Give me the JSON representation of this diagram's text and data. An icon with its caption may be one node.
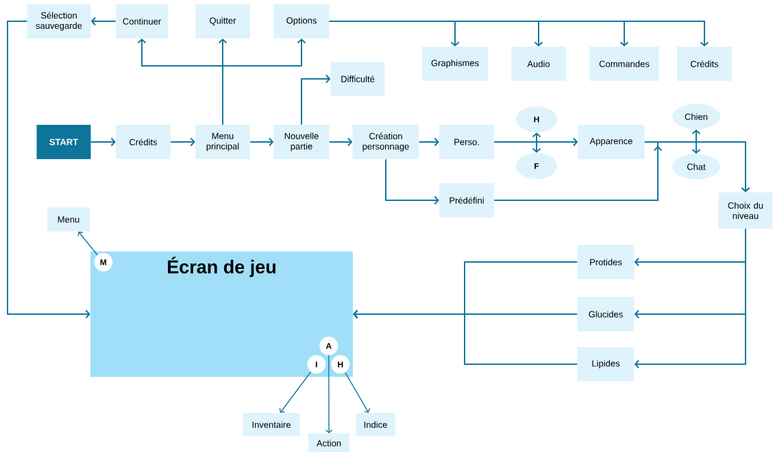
{
  "diagram": {
    "nodes": [
      {
        "text": [
          "Sélection sauvegarde"
        ]
      },
      {
        "text": [
          "Continuer"
        ]
      },
      {
        "text": [
          "Quitter"
        ]
      },
      {
        "text": [
          "Options"
        ]
      },
      {
        "text": [
          "Graphismes"
        ]
      },
      {
        "text": [
          "Audio"
        ]
      },
      {
        "text": [
          "Commandes"
        ]
      },
      {
        "text": [
          "Crédits"
        ]
      },
      {
        "text": [
          "Difficulté"
        ]
      },
      {
        "text": [
          "START"
        ]
      },
      {
        "text": [
          "Crédits"
        ]
      },
      {
        "text": [
          "Menu principal"
        ]
      },
      {
        "text": [
          "Nouvelle partie"
        ]
      },
      {
        "text": [
          "Création personnage"
        ]
      },
      {
        "text": [
          "Perso."
        ]
      },
      {
        "text": [
          "H"
        ]
      },
      {
        "text": [
          "F"
        ]
      },
      {
        "text": [
          "Apparence"
        ]
      },
      {
        "text": [
          "Chien"
        ]
      },
      {
        "text": [
          "Chat"
        ]
      },
      {
        "text": [
          "Prédéfini"
        ]
      },
      {
        "text": [
          "Choix du niveau"
        ]
      },
      {
        "text": [
          "Menu"
        ]
      },
      {
        "text": [
          "Écran de jeu"
        ]
      },
      {
        "text": [
          "M"
        ],
        "in": 23
      },
      {
        "text": [
          "A"
        ],
        "in": 23
      },
      {
        "text": [
          "I"
        ],
        "in": 23
      },
      {
        "text": [
          "H"
        ],
        "in": 23
      },
      {
        "text": [
          "Inventaire"
        ]
      },
      {
        "text": [
          "Action"
        ]
      },
      {
        "text": [
          "Indice"
        ]
      },
      {
        "text": [
          "Protides"
        ]
      },
      {
        "text": [
          "Glucides"
        ]
      },
      {
        "text": [
          "Lipides"
        ]
      }
    ],
    "edges": [
      {
        "from": 9,
        "to": 10,
        "arrow": "to"
      },
      {
        "from": 10,
        "to": 11,
        "arrow": "to"
      },
      {
        "from": 11,
        "to": 12,
        "arrow": "to"
      },
      {
        "from": 12,
        "to": 13,
        "arrow": "to"
      },
      {
        "from": 13,
        "to": 14,
        "arrow": "to"
      },
      {
        "from": 14,
        "to": 17,
        "arrow": "to"
      },
      {
        "from": 15,
        "to": 16,
        "arrow": "both"
      },
      {
        "from": 11,
        "to": 1,
        "arrow": "to"
      },
      {
        "from": 11,
        "to": 2,
        "arrow": "to"
      },
      {
        "from": 11,
        "to": 3,
        "arrow": "to"
      },
      {
        "from": 1,
        "to": 0,
        "arrow": "to"
      },
      {
        "from": 3,
        "to": 4,
        "arrow": "to"
      },
      {
        "from": 3,
        "to": 5,
        "arrow": "to"
      },
      {
        "from": 3,
        "to": 6,
        "arrow": "to"
      },
      {
        "from": 3,
        "to": 7,
        "arrow": "to"
      },
      {
        "from": 12,
        "to": 8,
        "arrow": "to"
      },
      {
        "from": 13,
        "to": 20,
        "arrow": "to"
      },
      {
        "from": 17,
        "to": 21,
        "arrow": "to"
      },
      {
        "from": 18,
        "to": 19,
        "arrow": "both"
      },
      {
        "from": 20,
        "to": 21,
        "arrow": "to"
      },
      {
        "from": 21,
        "to": 31,
        "arrow": "to"
      },
      {
        "from": 21,
        "to": 32,
        "arrow": "to"
      },
      {
        "from": 21,
        "to": 33,
        "arrow": "to"
      },
      {
        "from": 31,
        "to": 23,
        "arrow": "to"
      },
      {
        "from": 32,
        "to": 23,
        "arrow": "to"
      },
      {
        "from": 33,
        "to": 23,
        "arrow": "to"
      },
      {
        "from": 0,
        "to": 23,
        "arrow": "to"
      },
      {
        "from": 24,
        "to": 22,
        "arrow": "to"
      },
      {
        "from": 25,
        "to": 29,
        "arrow": "to"
      },
      {
        "from": 26,
        "to": 28,
        "arrow": "to"
      },
      {
        "from": 27,
        "to": 30,
        "arrow": "to"
      }
    ]
  }
}
